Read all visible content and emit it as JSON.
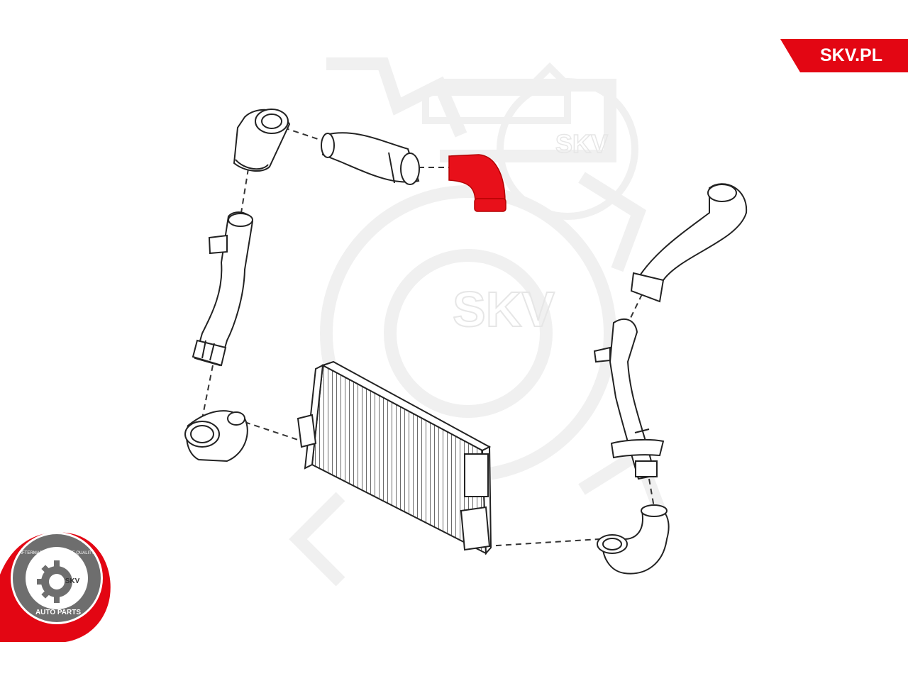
{
  "brand": {
    "site_label": "SKV.PL",
    "watermark_text": "SKV",
    "accent_color": "#e30613"
  },
  "seal": {
    "ring_text": "AFTERMARKET PRICE - OE QUALITY",
    "bottom_text": "AUTO PARTS",
    "center_text": "SKV"
  },
  "diagram": {
    "highlighted_part": "red-elbow-hose",
    "highlight_color": "#e8101a"
  }
}
